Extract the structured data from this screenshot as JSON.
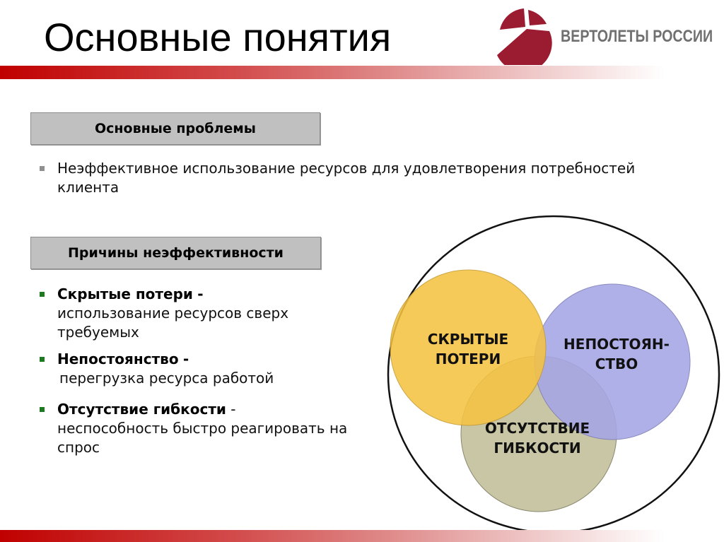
{
  "slide": {
    "title": "Основные понятия",
    "logo": {
      "text": "ВЕРТОЛЕТЫ РОССИИ",
      "icon": "sliced-circle-logo-icon",
      "color": "#9b1b30"
    },
    "accent_bar_color": "#c00000"
  },
  "problems_section": {
    "header": "Основные проблемы",
    "items": [
      {
        "text": "Неэффективное использование ресурсов для удовлетворения потребностей клиента"
      }
    ]
  },
  "causes_section": {
    "header": "Причины неэффективности",
    "items": [
      {
        "term": "Скрытые потери",
        "dash": "-",
        "description": "использование ресурсов сверх требуемых"
      },
      {
        "term": "Непостоянство",
        "dash": "-",
        "description": "перегрузка ресурса работой"
      },
      {
        "term": "Отсутствие гибкости",
        "dash": "-",
        "description": "неспособность быстро реагировать на спрос"
      }
    ]
  },
  "venn": {
    "circles": [
      {
        "label_line1": "СКРЫТЫЕ",
        "label_line2": "ПОТЕРИ",
        "color": "#f5c342"
      },
      {
        "label_line1": "НЕПОСТОЯН-",
        "label_line2": "СТВО",
        "color": "#a6a6e6"
      },
      {
        "label_line1": "ОТСУТСТВИЕ",
        "label_line2": "ГИБКОСТИ",
        "color": "#c9c6a6"
      }
    ]
  }
}
